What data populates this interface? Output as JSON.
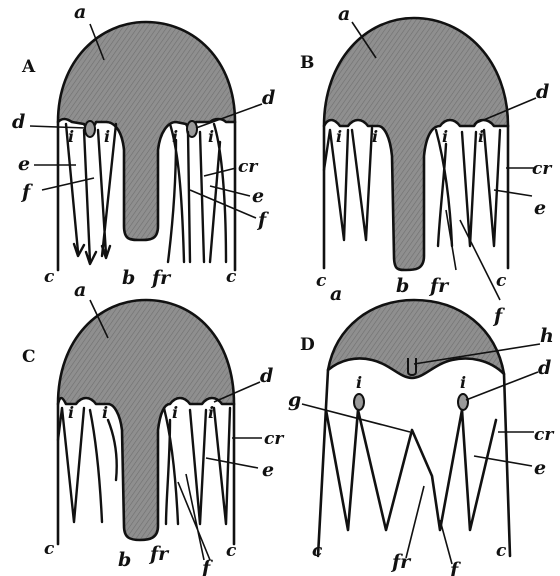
{
  "panels": [
    {
      "id": "A",
      "labels": {
        "a": "a",
        "d_left": "d",
        "d_right": "d",
        "i1": "i",
        "i2": "i",
        "i3": "i",
        "i4": "i",
        "e_left": "e",
        "f_left": "f",
        "cr": "cr",
        "e_right": "e",
        "f_right": "f",
        "c_left": "c",
        "b": "b",
        "fr": "fr",
        "c_right": "c"
      }
    },
    {
      "id": "B",
      "labels": {
        "a": "a",
        "d": "d",
        "i1": "i",
        "i2": "i",
        "i3": "i",
        "i4": "i",
        "cr": "cr",
        "e": "e",
        "c_left": "c",
        "b": "b",
        "fr": "fr",
        "c_right": "c",
        "f": "f"
      }
    },
    {
      "id": "C",
      "labels": {
        "a": "a",
        "d": "d",
        "i1": "i",
        "i2": "i",
        "i3": "i",
        "i4": "i",
        "cr": "cr",
        "e": "e",
        "c_left": "c",
        "b": "b",
        "fr": "fr",
        "f": "f",
        "c_right": "c"
      }
    },
    {
      "id": "D",
      "labels": {
        "a": "a",
        "h": "h",
        "i1": "i",
        "i2": "i",
        "d": "d",
        "g": "g",
        "cr": "cr",
        "e": "e",
        "c_left": "c",
        "fr": "fr",
        "f": "f",
        "c_right": "c"
      }
    }
  ]
}
